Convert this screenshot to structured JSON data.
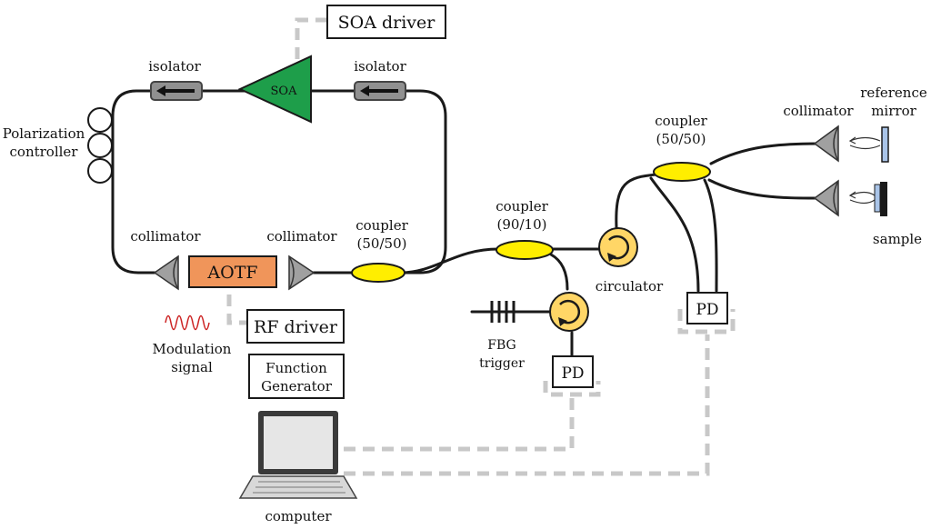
{
  "labels": {
    "soa_driver": "SOA driver",
    "isolator_left": "isolator",
    "isolator_right": "isolator",
    "soa": "SOA",
    "polarization_controller_line1": "Polarization",
    "polarization_controller_line2": "controller",
    "collimator_left": "collimator",
    "collimator_right": "collimator",
    "aotf": "AOTF",
    "coupler_5050_line1": "coupler",
    "coupler_5050_line2": "(50/50)",
    "coupler_9010_line1": "coupler",
    "coupler_9010_line2": "(90/10)",
    "coupler_arm_line1": "coupler",
    "coupler_arm_line2": "(50/50)",
    "collimator_arm": "collimator",
    "reference_mirror_line1": "reference",
    "reference_mirror_line2": "mirror",
    "sample": "sample",
    "circulator": "circulator",
    "rf_driver": "RF driver",
    "function_generator_line1": "Function",
    "function_generator_line2": "Generator",
    "modulation_signal_line1": "Modulation",
    "modulation_signal_line2": "signal",
    "fbg_trigger_line1": "FBG",
    "fbg_trigger_line2": "trigger",
    "pd_trigger": "PD",
    "pd_main": "PD",
    "computer": "computer"
  },
  "colors": {
    "fiber": "#1a1a1a",
    "electrical": "#c8c8c8",
    "soa": "#1e9e4a",
    "aotf": "#f0955a",
    "coupler": "#ffee00",
    "circulator": "#ffd666",
    "collimator": "#a0a0a0",
    "isolator": "#909090",
    "modulation": "#cc2222"
  }
}
